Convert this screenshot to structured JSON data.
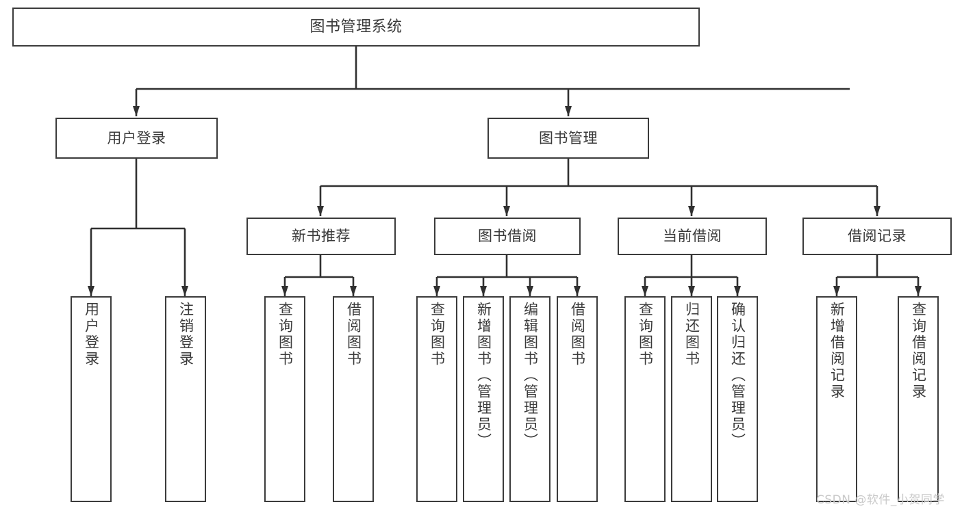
{
  "diagram": {
    "title": "图书管理系统",
    "type": "functional-decomposition-tree",
    "watermark": "CSDN @软件_小贺同学",
    "colors": {
      "box_border": "#3b3b3b",
      "connector": "#303030",
      "text": "#3a3a3a",
      "background": "#ffffff",
      "watermark": "#c9c9c9"
    },
    "nodes": {
      "root": {
        "label": "图书管理系统"
      },
      "level1": [
        {
          "label": "用户登录"
        },
        {
          "label": "图书管理"
        }
      ],
      "level2": [
        {
          "label": "新书推荐"
        },
        {
          "label": "图书借阅"
        },
        {
          "label": "当前借阅"
        },
        {
          "label": "借阅记录"
        }
      ],
      "leaves": [
        {
          "label": "用户登录",
          "parent": "用户登录"
        },
        {
          "label": "注销登录",
          "parent": "用户登录"
        },
        {
          "label": "查询图书",
          "parent": "新书推荐"
        },
        {
          "label": "借阅图书",
          "parent": "新书推荐"
        },
        {
          "label": "查询图书",
          "parent": "图书借阅"
        },
        {
          "label": "新增图书（管理员）",
          "parent": "图书借阅"
        },
        {
          "label": "编辑图书（管理员）",
          "parent": "图书借阅"
        },
        {
          "label": "借阅图书",
          "parent": "图书借阅"
        },
        {
          "label": "查询图书",
          "parent": "当前借阅"
        },
        {
          "label": "归还图书",
          "parent": "当前借阅"
        },
        {
          "label": "确认归还（管理员）",
          "parent": "当前借阅"
        },
        {
          "label": "新增借阅记录",
          "parent": "借阅记录"
        },
        {
          "label": "查询借阅记录",
          "parent": "借阅记录"
        }
      ]
    }
  }
}
